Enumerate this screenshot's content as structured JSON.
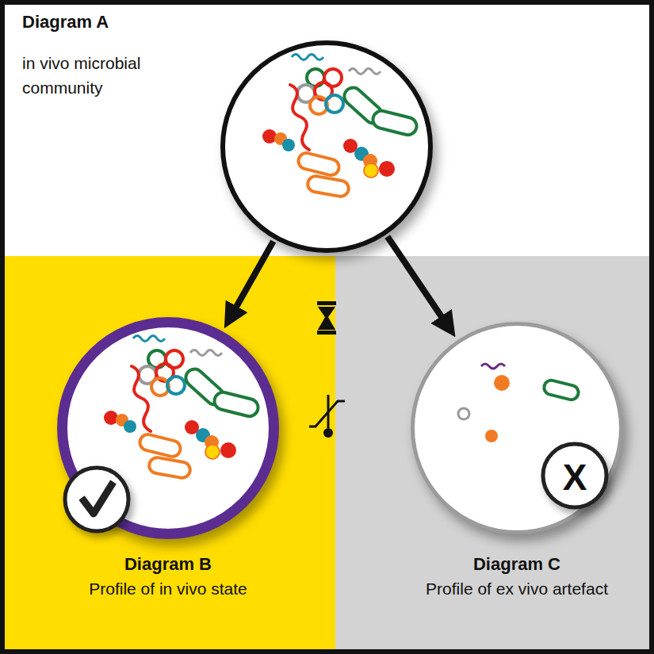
{
  "diagram": {
    "nodes": [
      {
        "text": [
          "Diagram A",
          "in vivo microbial community"
        ]
      },
      {
        "text": [
          "Diagram B",
          "Profile of in vivo state"
        ]
      },
      {
        "text": [
          "Diagram C",
          "Profile of ex vivo artefact"
        ]
      }
    ],
    "edges": [
      {
        "from": 0,
        "to": 1,
        "arrow": "to"
      },
      {
        "from": 0,
        "to": 2,
        "arrow": "to"
      }
    ],
    "labels": [
      "X"
    ]
  }
}
